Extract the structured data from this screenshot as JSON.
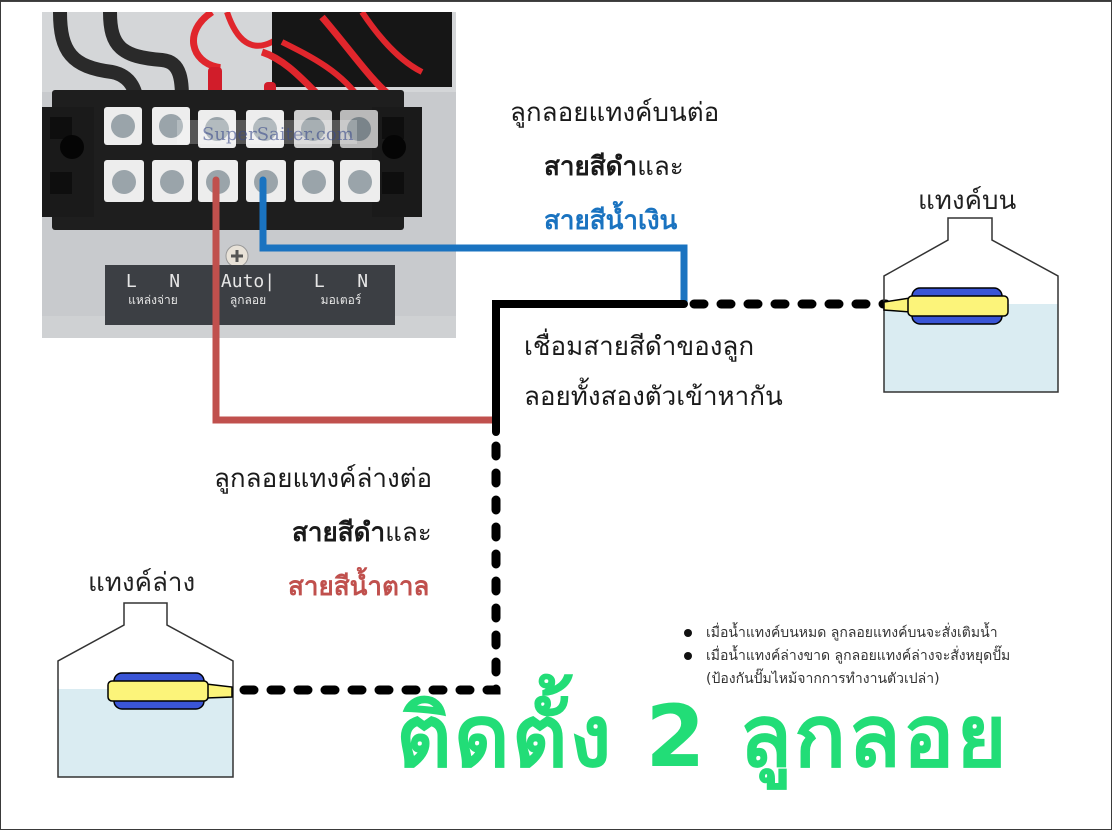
{
  "photo": {
    "description": "Control box terminal block with 12 screw terminals",
    "watermark": "SuperSaiter.com",
    "plate": {
      "groups": [
        {
          "top": "L   N",
          "bottom": "แหล่งจ่าย"
        },
        {
          "top": "Auto|",
          "bottom": "ลูกลอย"
        },
        {
          "top": "L   N",
          "bottom": "มอเตอร์"
        }
      ]
    }
  },
  "upper_caption": {
    "line1": "ลูกลอยแทงค์บนต่อ",
    "line2_bold": "สายสีดำ",
    "line2_rest": "และ",
    "line3": "สายสีน้ำเงิน"
  },
  "junction_caption": {
    "line1": "เชื่อมสายสีดำของลูก",
    "line2": "ลอยทั้งสองตัวเข้าหากัน"
  },
  "lower_caption": {
    "line1": "ลูกลอยแทงค์ล่างต่อ",
    "line2_bold": "สายสีดำ",
    "line2_rest": "และ",
    "line3": "สายสีน้ำตาล"
  },
  "tanks": {
    "upper": {
      "label": "แทงค์บน"
    },
    "lower": {
      "label": "แทงค์ล่าง"
    }
  },
  "notes": {
    "items": [
      "เมื่อน้ำแทงค์บนหมด ลูกลอยแทงค์บนจะสั่งเติมน้ำ",
      "เมื่อน้ำแทงค์ล่างขาด ลูกลอยแทงค์ล่างจะสั่งหยุดปั๊ม"
    ],
    "sub": "(ป้องกันปั๊มไหม้จากการทำงานตัวเปล่า)"
  },
  "headline": "ติดตั้ง 2 ลูกลอย",
  "colors": {
    "blue_wire": "#1a73c0",
    "brown_wire": "#c0504d",
    "black_wire": "#000000",
    "headline": "#22dd77",
    "water": "#daecf2",
    "float_yellow": "#fcf47a",
    "float_blue": "#3a55d6"
  }
}
